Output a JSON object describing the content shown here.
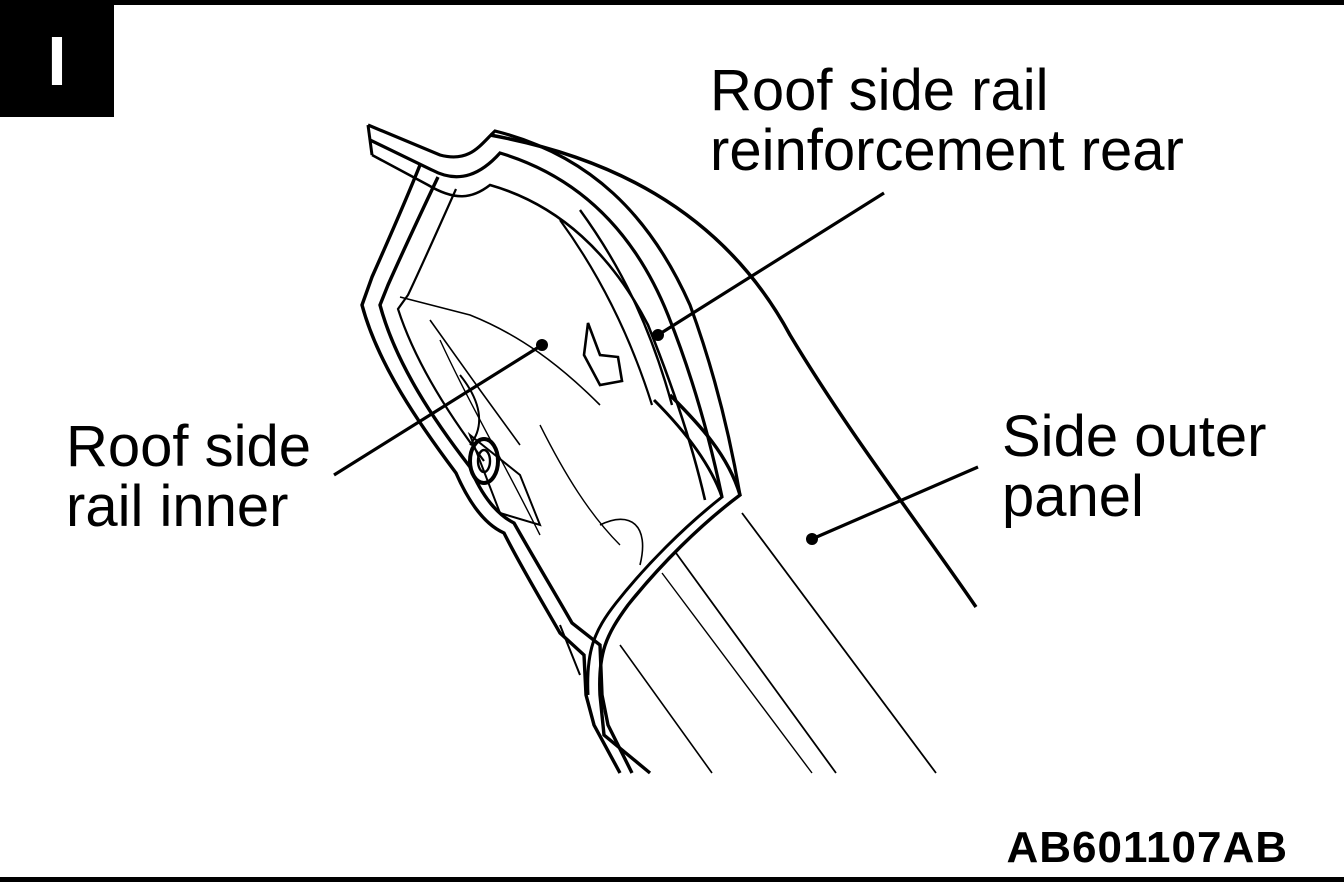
{
  "diagram": {
    "section_tag": "I",
    "figure_code": "AB601107AB",
    "labels": {
      "reinforcement_rear": {
        "line1": "Roof side rail",
        "line2": "reinforcement rear"
      },
      "rail_inner": {
        "line1": "Roof side",
        "line2": "rail inner"
      },
      "outer_panel": {
        "line1": "Side outer",
        "line2": "panel"
      }
    },
    "colors": {
      "ink": "#000000",
      "paper": "#ffffff"
    }
  }
}
